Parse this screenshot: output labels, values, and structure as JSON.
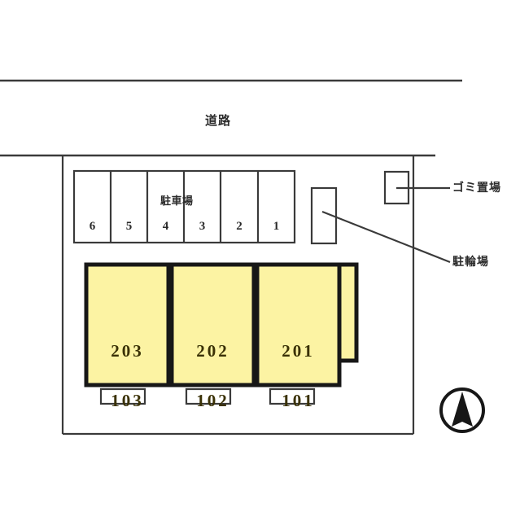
{
  "plan": {
    "title_road": "道路",
    "parking_label": "駐車場",
    "colors": {
      "unit_fill": "#fcf3a3",
      "unit_stroke": "#171717",
      "line": "#3a3a3a",
      "text": "#2b2b2b",
      "unit_text": "#3a3105",
      "background": "#ffffff"
    },
    "parking_stalls": [
      {
        "number": "6"
      },
      {
        "number": "5"
      },
      {
        "number": "4"
      },
      {
        "number": "3"
      },
      {
        "number": "2"
      },
      {
        "number": "1"
      }
    ],
    "units": [
      {
        "upper": "203",
        "lower": "103"
      },
      {
        "upper": "202",
        "lower": "102"
      },
      {
        "upper": "201",
        "lower": "101"
      }
    ],
    "callouts": [
      {
        "name": "trash-area",
        "label": "ゴミ置場"
      },
      {
        "name": "bicycle-parking",
        "label": "駐輪場"
      }
    ],
    "compass": {
      "icon": "north-arrow-icon",
      "direction": "N"
    }
  }
}
